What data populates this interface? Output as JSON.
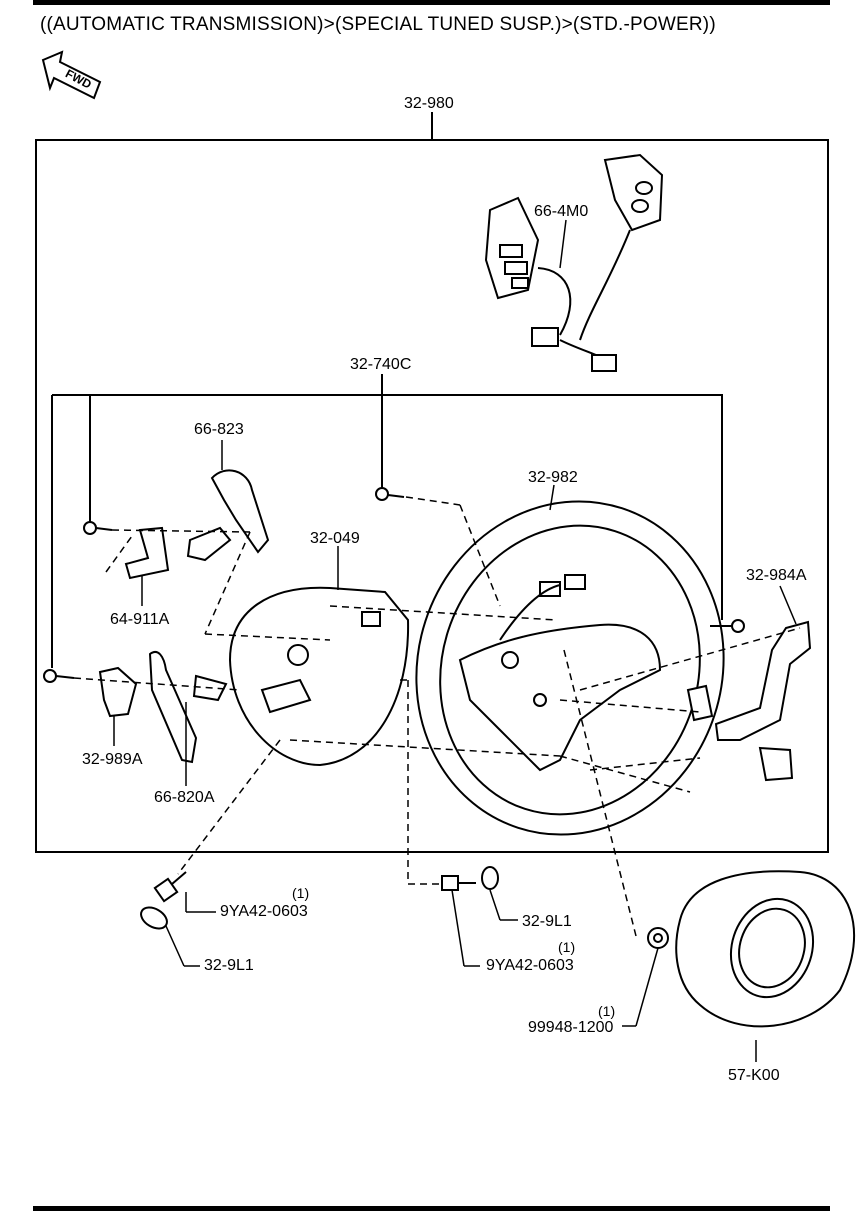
{
  "title": "((AUTOMATIC TRANSMISSION)>(SPECIAL TUNED SUSP.)>(STD.-POWER))",
  "fwd_label": "FWD",
  "parts": {
    "p32_980": {
      "code": "32-980"
    },
    "p66_4M0": {
      "code": "66-4M0"
    },
    "p32_740C": {
      "code": "32-740C"
    },
    "p66_823": {
      "code": "66-823"
    },
    "p32_982": {
      "code": "32-982"
    },
    "p32_049": {
      "code": "32-049"
    },
    "p32_984A": {
      "code": "32-984A"
    },
    "p64_911A": {
      "code": "64-911A"
    },
    "p32_989A": {
      "code": "32-989A"
    },
    "p66_820A": {
      "code": "66-820A"
    },
    "p9YA42_0603_left": {
      "code": "9YA42-0603",
      "qty": "(1)"
    },
    "p32_9L1_left": {
      "code": "32-9L1"
    },
    "p32_9L1_center": {
      "code": "32-9L1"
    },
    "p9YA42_0603_center": {
      "code": "9YA42-0603",
      "qty": "(1)"
    },
    "p99948_1200": {
      "code": "99948-1200",
      "qty": "(1)"
    },
    "p57_K00": {
      "code": "57-K00"
    }
  },
  "colors": {
    "line": "#000000",
    "background": "#ffffff"
  }
}
